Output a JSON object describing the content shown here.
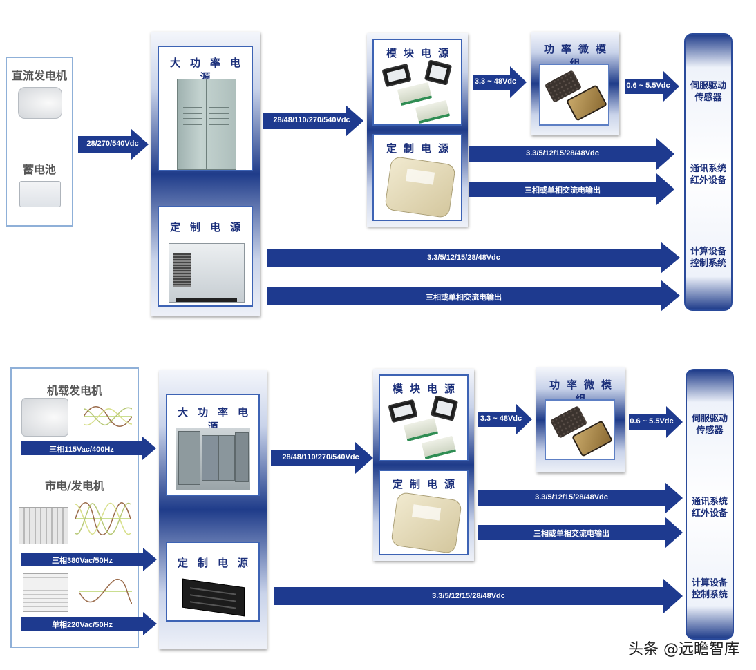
{
  "top": {
    "sources": [
      {
        "label": "直流发电机",
        "icon": "dc-generator-icon"
      },
      {
        "label": "蓄电池",
        "icon": "battery-icon"
      }
    ],
    "input_arrow": "28/270/540Vdc",
    "column1": {
      "cards": [
        {
          "title": "大功率电源",
          "icon": "power-cabinet-icon"
        },
        {
          "title": "定制电源",
          "icon": "custom-power-unit-icon"
        }
      ]
    },
    "mid_arrow": "28/48/110/270/540Vdc",
    "column2": {
      "cards": [
        {
          "title": "模块电源",
          "icon": "power-modules-icon"
        },
        {
          "title": "定制电源",
          "icon": "custom-power-module-icon"
        }
      ]
    },
    "arrow_to_micro": "3.3 ~ 48Vdc",
    "micro": {
      "title": "功率微模组",
      "icon": "micro-module-chip-icon"
    },
    "arrow_micro_out": "0.6 ~ 5.5Vdc",
    "col2_out_arrows": [
      "3.3/5/12/15/28/48Vdc",
      "三相或单相交流电输出"
    ],
    "col1_out_arrows": [
      "3.3/5/12/15/28/48Vdc",
      "三相或单相交流电输出"
    ],
    "destinations": [
      {
        "lines": [
          "伺服驱动",
          "传感器"
        ]
      },
      {
        "lines": [
          "通讯系统",
          "红外设备"
        ]
      },
      {
        "lines": [
          "计算设备",
          "控制系统"
        ]
      }
    ]
  },
  "bottom": {
    "sources": [
      {
        "label": "机载发电机",
        "icon": "aircraft-generator-icon",
        "arrow": "三相115Vac/400Hz",
        "wave": "three-phase-wave-icon"
      },
      {
        "label": "市电/发电机",
        "icon": "transformer-icon",
        "arrow": "三相380Vac/50Hz",
        "wave": "three-phase-wave-icon"
      },
      {
        "label": "",
        "icon": "diesel-generator-icon",
        "arrow": "单相220Vac/50Hz",
        "wave": "single-phase-wave-icon"
      }
    ],
    "column1": {
      "cards": [
        {
          "title": "大功率电源",
          "icon": "power-cabinets-row-icon"
        },
        {
          "title": "定制电源",
          "icon": "custom-black-unit-icon"
        }
      ]
    },
    "mid_arrow": "28/48/110/270/540Vdc",
    "column2": {
      "cards": [
        {
          "title": "模块电源",
          "icon": "power-modules-icon"
        },
        {
          "title": "定制电源",
          "icon": "custom-power-module-icon"
        }
      ]
    },
    "arrow_to_micro": "3.3 ~ 48Vdc",
    "micro": {
      "title": "功率微模组",
      "icon": "micro-module-chip-icon"
    },
    "arrow_micro_out": "0.6 ~ 5.5Vdc",
    "col2_out_arrows": [
      "3.3/5/12/15/28/48Vdc",
      "三相或单相交流电输出"
    ],
    "col1_out_arrows": [
      "3.3/5/12/15/28/48Vdc"
    ],
    "destinations": [
      {
        "lines": [
          "伺服驱动",
          "传感器"
        ]
      },
      {
        "lines": [
          "通讯系统",
          "红外设备"
        ]
      },
      {
        "lines": [
          "计算设备",
          "控制系统"
        ]
      }
    ]
  },
  "watermark": "头条 @远瞻智库",
  "colors": {
    "arrow": "#1e3a8f",
    "title": "#1b2f7a",
    "card_border": "#3d63b4"
  }
}
